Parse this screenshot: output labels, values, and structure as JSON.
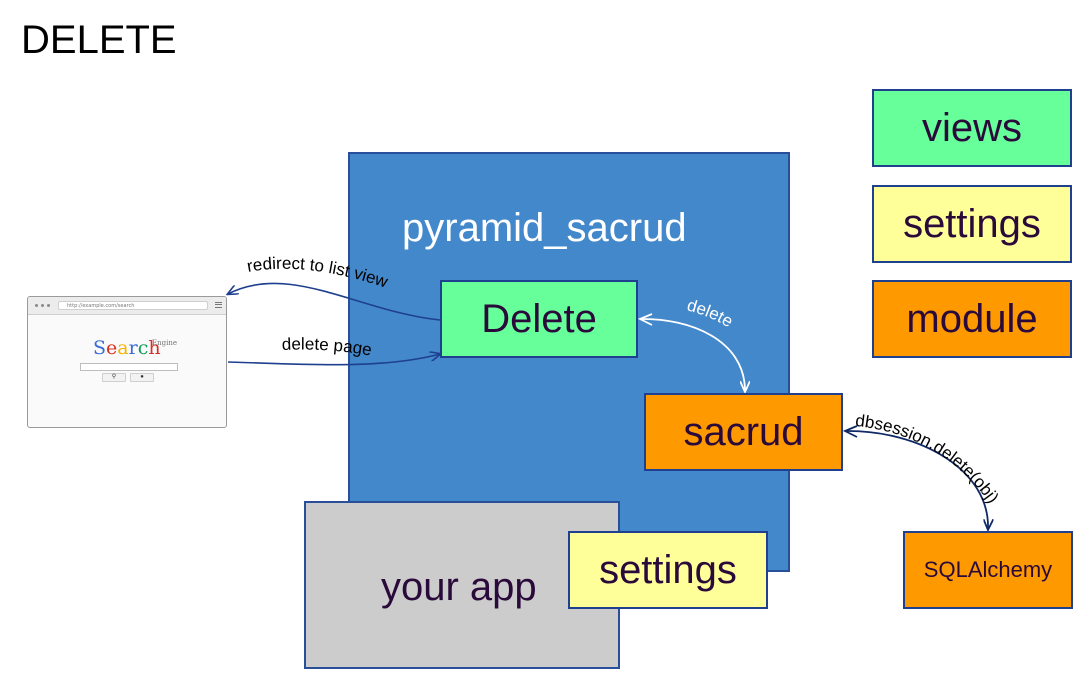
{
  "title": "DELETE",
  "colors": {
    "views": "#66ff99",
    "settings": "#ffff99",
    "module": "#ff9900",
    "pyramid_box": "#4488cc",
    "your_app_box": "#cccccc",
    "arrow": "#1f3f8f"
  },
  "legend": {
    "views": "views",
    "settings": "settings",
    "module": "module"
  },
  "nodes": {
    "pyramid_sacrud": "pyramid_sacrud",
    "delete": "Delete",
    "sacrud": "sacrud",
    "your_app": "your app",
    "settings": "settings",
    "sqlalchemy": "SQLAlchemy"
  },
  "browser": {
    "url": "http://example.com/search",
    "logo": "Search",
    "logo_sup": "Engine",
    "search_button_icon": "magnifier-icon",
    "lucky_button_icon": "lucky-icon"
  },
  "edges": {
    "redirect": "redirect to list view",
    "delete_page": "delete page",
    "delete": "delete",
    "dbsession": "dbsession.delete(obj)"
  }
}
